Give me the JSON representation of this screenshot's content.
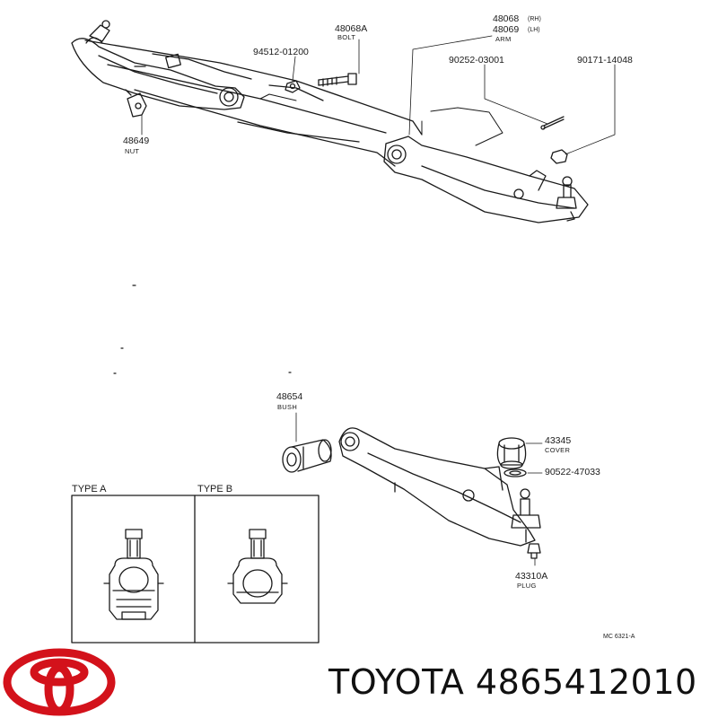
{
  "labels": {
    "p48068a": "48068A",
    "bolt": "BOLT",
    "p94512": "94512-01200",
    "p48068": "48068",
    "rh": "(RH)",
    "p48069": "48069",
    "lh": "(LH)",
    "arm": "ARM",
    "p90252": "90252-03001",
    "p90171": "90171-14048",
    "p48649": "48649",
    "nut": "NUT",
    "p48654": "48654",
    "bush": "BUSH",
    "p43345": "43345",
    "cover": "COVER",
    "p90522": "90522-47033",
    "p43310a": "43310A",
    "plug": "PLUG",
    "type_a": "TYPE A",
    "type_b": "TYPE B",
    "ref": "MC 6321-A"
  },
  "caption": "TOYOTA 4865412010",
  "colors": {
    "logo": "#d3121b",
    "ink": "#1a1a1a"
  }
}
